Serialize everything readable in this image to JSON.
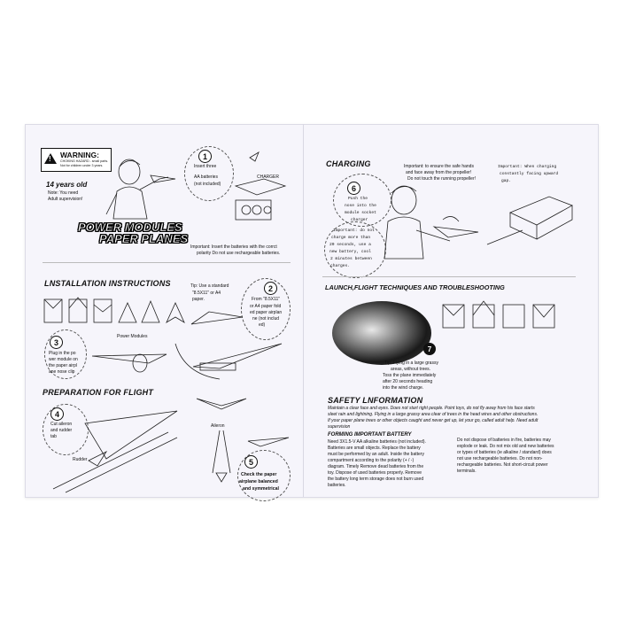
{
  "left_page": {
    "warning": {
      "title": "WARNING:",
      "line1": "CHOKING HAZARD - small parts.",
      "line2": "Not for children under 3 years."
    },
    "age": "14 years old",
    "note_line1": "Note: You need",
    "note_line2": "Adult supervision!",
    "banner_line1": "POWER MODULES",
    "banner_line2": "PAPER PLANES",
    "step1": {
      "number": "1",
      "text_line1": "Insert three",
      "text_line2": "AA batteries",
      "text_line3": "(not included)",
      "charger_label": "CHARGER"
    },
    "important_line1": "Important: Insert the batteries with the corrct",
    "important_line2": "polarity  Do not use rechargeable batteries.",
    "installation_heading": "LNSTALLATION INSTRUCTIONS",
    "tip_line1": "Tip: Use a standard",
    "tip_line2": "\"8.5X11\" or A4",
    "tip_line3": "paper.",
    "step2": {
      "number": "2",
      "text_line1": "From \"8.5X11\"",
      "text_line2": "or A4 paper fold",
      "text_line3": "ed paper airplan",
      "text_line4": "ne (not includ",
      "text_line5": "ed)"
    },
    "step3": {
      "number": "3",
      "text_line1": "Plug in the po",
      "text_line2": "wer module on",
      "text_line3": "the paper airpl",
      "text_line4": "ane nose clip"
    },
    "power_modules_label": "Power Modules",
    "preparation_heading": "PREPARATION FOR FLIGHT",
    "step4": {
      "number": "4",
      "text_line1": "Cut aileron",
      "text_line2": "and rudder",
      "text_line3": "tab"
    },
    "rudder_label": "Rudder",
    "aileron_label": "Aileron",
    "step5": {
      "number": "5",
      "text_line1": "Check the paper",
      "text_line2": "airplane balanced",
      "text_line3": "and symmetrical"
    }
  },
  "right_page": {
    "charging_heading": "CHARGING",
    "important_safe_line1": "Important: to ensure the safe hands",
    "important_safe_line2": "and face away from the propeller!",
    "important_safe_line3": "Do not touch the running propeller!",
    "important_charging_line1": "Important: When charging",
    "important_charging_line2": "constantly facing upward",
    "important_charging_line3": "gap.",
    "step6": {
      "number": "6",
      "text_line1": "Push the",
      "text_line2": "nose into the",
      "text_line3": "module socket",
      "text_line4": "charger"
    },
    "important_time_line1": "Important: do not",
    "important_time_line2": "charge more than",
    "important_time_line3": "20 seconds, use a",
    "important_time_line4": "new battery, cool",
    "important_time_line5": "2 minutes between",
    "important_time_line6": "charges.",
    "launch_heading": "LAUNCH,FLIGHT TECHNIQUES AND TROUBLESHOOTING",
    "step7": {
      "number": "7",
      "tip_line1": "Tip: Flying in a large grassy",
      "tip_line2": "areas, without trees.",
      "tip_line3": "Toss the plane immediately",
      "tip_line4": "after 20 seconds heading",
      "tip_line5": "into the wind charge."
    },
    "safety_heading": "SAFETY LNFORMATION",
    "safety_line1": "Maintain a clear face and eyes. Does not start right people. Point toys, do not fly away from his face starts",
    "safety_line2": "sleet rain and lightning. Flying in a large grassy area clear of trees in the head wires and other obstructions.",
    "safety_line3": "If your paper plane trees or other objects caught and never get up, let your go, called adult help. Need adult",
    "safety_line4": "supervision",
    "battery_heading": "FORMING IMPORTANT BATTERY",
    "battery_left_line1": "Need 3X1.5-V AA alkaline batteries (not included).",
    "battery_left_line2": "Batteries are small objects. Replace the battery",
    "battery_left_line3": "must be performed by an adult. Inside the battery",
    "battery_left_line4": "compartment according to the polarity (+ / -)",
    "battery_left_line5": "diagram. Timely Remove dead batteries from the",
    "battery_left_line6": "toy. Dispose of used batteries properly. Remove",
    "battery_left_line7": "the battery long term storage does not burn used",
    "battery_left_line8": "batteries.",
    "battery_right_line1": "Do not dispose of batteries in fire, batteries may",
    "battery_right_line2": "explode or leak. Do not mix old and new batteries",
    "battery_right_line3": "or types of batteries (ie alkaline / standard) does",
    "battery_right_line4": "not use rechargeable batteries. Do not non-",
    "battery_right_line5": "rechargeable batteries. Not short-circuit power",
    "battery_right_line6": "terminals."
  }
}
